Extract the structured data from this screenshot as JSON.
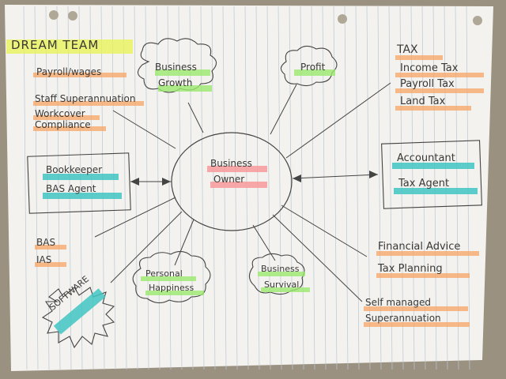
{
  "title": "DREAM TEAM",
  "center": {
    "line1": "Business",
    "line2": "Owner"
  },
  "left_top": [
    "Payroll/wages",
    "Staff Superannuation",
    "Workcover",
    "Compliance"
  ],
  "bookkeeper": {
    "line1": "Bookkeeper",
    "line2": "BAS Agent"
  },
  "accountant": {
    "line1": "Accountant",
    "line2": "Tax Agent"
  },
  "tax": [
    "TAX",
    "Income Tax",
    "Payroll Tax",
    "Land Tax"
  ],
  "business_growth": {
    "line1": "Business",
    "line2": "Growth"
  },
  "profit": "Profit",
  "bas_ias": [
    "BAS",
    "IAS"
  ],
  "software": "SOFTWARE",
  "personal_happiness": {
    "line1": "Personal",
    "line2": "Happiness"
  },
  "business_survival": {
    "line1": "Business",
    "line2": "Survival"
  },
  "financial": [
    "Financial Advice",
    "Tax Planning"
  ],
  "super": [
    "Self managed",
    "Superannuation"
  ],
  "colors": {
    "orange": "#f7a463",
    "pink": "#f79a9a",
    "green": "#9be86f",
    "teal": "#3fc6c2",
    "yellow": "#e8f25a"
  }
}
